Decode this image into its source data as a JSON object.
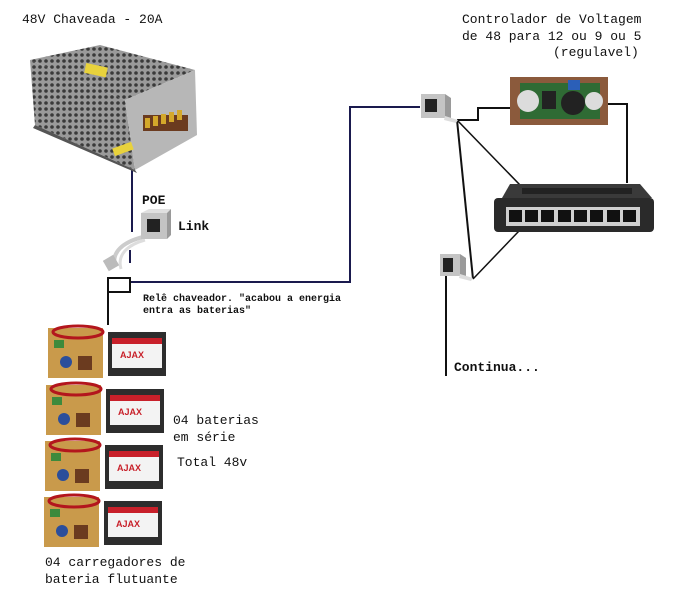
{
  "labels": {
    "psu_title": "48V Chaveada - 20A",
    "controller_line1": "Controlador de Voltagem",
    "controller_line2": "de 48 para 12 ou 9 ou 5",
    "controller_line3": "(regulavel)",
    "poe": "POE",
    "link": "Link",
    "relay_line1": "Relê chaveador. \"acabou a energia",
    "relay_line2": "entra as baterias\"",
    "batteries_line1": "04 baterias",
    "batteries_line2": "em série",
    "batteries_total": "Total 48v",
    "chargers_line1": "04 carregadores de",
    "chargers_line2": "bateria flutuante",
    "continua": "Continua..."
  },
  "components": {
    "power_supply": "48V switching power supply",
    "poe_injector": "PoE injector",
    "relay": "switching relay",
    "chargers": [
      "float charger 1",
      "float charger 2",
      "float charger 3",
      "float charger 4"
    ],
    "batteries": [
      {
        "brand": "AJAX"
      },
      {
        "brand": "AJAX"
      },
      {
        "brand": "AJAX"
      },
      {
        "brand": "AJAX"
      }
    ],
    "poe_splitter_top": "PoE splitter",
    "voltage_regulator": "DC-DC step-down regulator",
    "network_switch": {
      "ports": 8
    },
    "poe_splitter_bottom": "PoE splitter"
  },
  "colors": {
    "wire_blue": "#1a1a4e",
    "wire_black": "#111111",
    "battery_red": "#c8202a",
    "pcb_green": "#2f6b34"
  }
}
